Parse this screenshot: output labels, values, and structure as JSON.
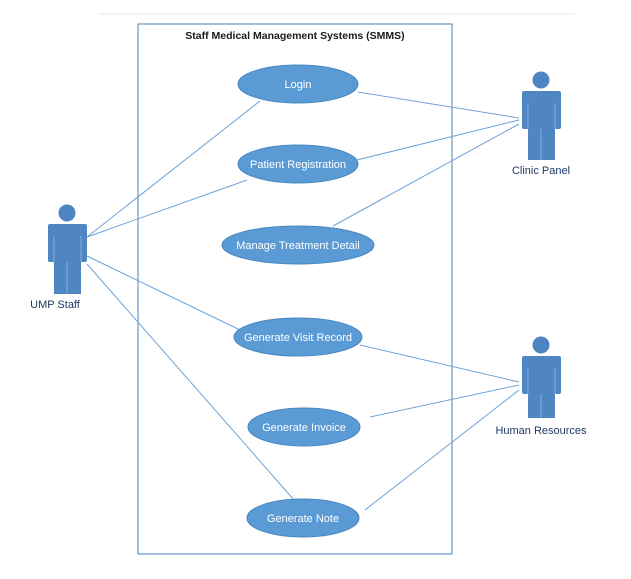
{
  "system": {
    "title": "Staff Medical Management Systems (SMMS)"
  },
  "actors": {
    "ump_staff": "UMP Staff",
    "clinic_panel": "Clinic Panel",
    "human_resources": "Human Resources"
  },
  "use_cases": {
    "login": "Login",
    "patient_registration": "Patient Registration",
    "manage_treatment_detail": "Manage Treatment Detail",
    "generate_visit_record": "Generate Visit Record",
    "generate_invoice": "Generate Invoice",
    "generate_note": "Generate Note"
  },
  "colors": {
    "use_case_fill": "#5b9bd5",
    "actor_fill": "#4f86c2",
    "line": "#6fa3d6"
  }
}
